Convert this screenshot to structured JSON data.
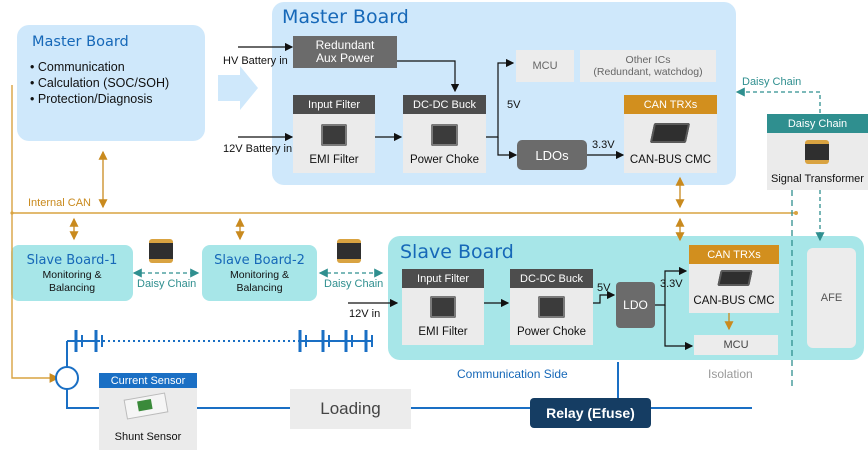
{
  "master_summary": {
    "title": "Master Board",
    "bullets": [
      "Communication",
      "Calculation (SOC/SOH)",
      "Protection/Diagnosis"
    ]
  },
  "master_board": {
    "title": "Master Board",
    "redundant_aux_power": "Redundant\nAux Power",
    "hv_battery_in": "HV Battery in",
    "battery_12v_in": "12V Battery in",
    "input_filter": {
      "header": "Input Filter",
      "caption": "EMI Filter"
    },
    "dcdc_buck": {
      "header": "DC-DC Buck",
      "caption": "Power Choke"
    },
    "mcu": "MCU",
    "other_ics": "Other ICs\n(Redundant, watchdog)",
    "can_trx": {
      "header": "CAN TRXs",
      "caption": "CAN-BUS CMC"
    },
    "ldos": "LDOs",
    "v5": "5V",
    "v3_3": "3.3V"
  },
  "daisy_chain_right": {
    "label": "Daisy Chain",
    "box_header": "Daisy Chain",
    "caption": "Signal Transformer"
  },
  "internal_can": "Internal CAN",
  "slaves": {
    "slave1": {
      "title": "Slave Board-1",
      "sub": "Monitoring &\nBalancing"
    },
    "slave2": {
      "title": "Slave Board-2",
      "sub": "Monitoring &\nBalancing"
    },
    "daisy1": "Daisy Chain",
    "daisy2": "Daisy Chain"
  },
  "slave_board": {
    "title": "Slave Board",
    "v12_in": "12V in",
    "input_filter": {
      "header": "Input Filter",
      "caption": "EMI Filter"
    },
    "dcdc_buck": {
      "header": "DC-DC Buck",
      "caption": "Power Choke"
    },
    "ldo": "LDO",
    "v5": "5V",
    "v3_3": "3.3V",
    "can_trx": {
      "header": "CAN TRXs",
      "caption": "CAN-BUS CMC"
    },
    "mcu": "MCU",
    "afe": "AFE",
    "communication_side": "Communication Side",
    "isolation": "Isolation"
  },
  "current_sensor": {
    "header": "Current Sensor",
    "caption": "Shunt Sensor"
  },
  "loading": "Loading",
  "relay": "Relay (Efuse)",
  "colors": {
    "panel_light_blue": "#cfe8fb",
    "panel_teal": "#a7e6e8",
    "header_dark_gray": "#4d4d4d",
    "header_orange": "#d28f1e",
    "header_teal": "#2f8f8f",
    "bus_orange": "#d9a341",
    "relay_navy": "#153d63",
    "blue_line": "#1a6fc4",
    "title_blue": "#1668b8"
  }
}
